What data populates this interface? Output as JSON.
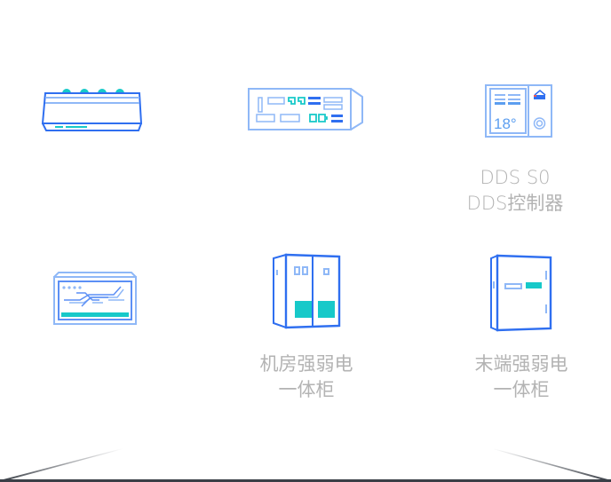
{
  "colors": {
    "stroke_dark": "#2f6ff0",
    "stroke_light": "#8fb8f7",
    "accent_teal": "#17c9c9",
    "caption_text": "#b3b3b3",
    "baseline": "#3a3f47"
  },
  "tiles": [
    {
      "icon": "gateway-device-icon",
      "caption": []
    },
    {
      "icon": "rack-panel-icon",
      "caption": []
    },
    {
      "icon": "dds-controller-icon",
      "caption": [
        "DDS S0",
        "DDS控制器"
      ],
      "display_temp": "18°"
    },
    {
      "icon": "monitor-screen-icon",
      "caption": []
    },
    {
      "icon": "double-cabinet-icon",
      "caption": [
        "机房强弱电",
        "一体柜"
      ]
    },
    {
      "icon": "single-cabinet-icon",
      "caption": [
        "末端强弱电",
        "一体柜"
      ]
    }
  ]
}
